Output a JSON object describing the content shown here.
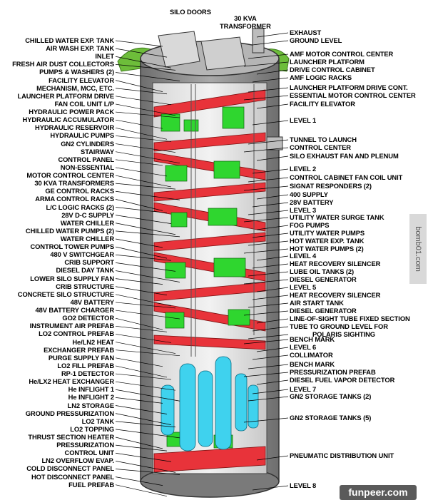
{
  "top_labels": [
    {
      "id": "silo-doors",
      "text": "SILO DOORS"
    },
    {
      "id": "30-kva-transformer",
      "text": "30 KVA\nTRANSFORMER"
    }
  ],
  "left_labels": [
    "CHILLED WATER EXP. TANK",
    "AIR WASH EXP. TANK",
    "INLET",
    "FRESH AIR DUST COLLECTORS",
    "PUMPS & WASHERS (2)",
    "FACILITY ELEVATOR",
    "MECHANISM, MCC, ETC.",
    "LAUNCHER PLATFORM DRIVE",
    "FAN COIL UNIT L/P",
    "HYDRAULIC POWER PACK",
    "HYDRAULIC ACCUMULATOR",
    "HYDRAULIC RESERVOIR",
    "HYDRAULIC PUMPS",
    "GN2 CYLINDERS",
    "STAIRWAY",
    "CONTROL PANEL",
    "NON-ESSENTIAL",
    "MOTOR CONTROL CENTER",
    "30 KVA TRANSFORMERS",
    "GE CONTROL RACKS",
    "ARMA CONTROL RACKS",
    "L/C LOGIC RACKS (2)",
    "28V D-C SUPPLY",
    "WATER CHILLER",
    "CHILLED WATER PUMPS (2)",
    "WATER CHILLER",
    "CONTROL TOWER PUMPS",
    "480 V SWITCHGEAR",
    "CRIB SUPPORT",
    "DIESEL DAY TANK",
    "LOWER SILO SUPPLY FAN",
    "CRIB STRUCTURE",
    "CONCRETE SILO STRUCTURE",
    "48V BATTERY",
    "48V BATTERY CHARGER",
    "GO2 DETECTOR",
    "INSTRUMENT AIR PREFAB",
    "LO2 CONTROL PREFAB",
    "He/LN2 HEAT",
    "EXCHANGER PREFAB",
    "PURGE SUPPLY FAN",
    "LO2 FILL PREFAB",
    "RP-1 DETECTOR",
    "He/LX2 HEAT EXCHANGER",
    "He INFLIGHT 1",
    "He INFLIGHT 2",
    "LN2 STORAGE",
    "GROUND PRESSURIZATION",
    "LO2 TANK",
    "LO2 TOPPING",
    "THRUST SECTION HEATER",
    "PRESSURIZATION",
    "CONTROL UNIT",
    "LN2 OVERFLOW EVAP.",
    "COLD DISCONNECT PANEL",
    "HOT DISCONNECT PANEL",
    "FUEL PREFAB"
  ],
  "right_labels": [
    "EXHAUST",
    "GROUND LEVEL",
    "AMF MOTOR CONTROL CENTER",
    "LAUNCHER PLATFORM",
    "DRIVE CONTROL CABINET",
    "AMF LOGIC RACKS",
    "LAUNCHER PLATFORM DRIVE CONT.",
    "ESSENTIAL MOTOR CONTROL CENTER",
    "FACILITY ELEVATOR",
    "LEVEL 1",
    "TUNNEL TO LAUNCH",
    "CONTROL CENTER",
    "SILO EXHAUST FAN AND PLENUM",
    "LEVEL 2",
    "CONTROL CABINET FAN COIL UNIT",
    "SIGNAT RESPONDERS (2)",
    "400 SUPPLY",
    "28V BATTERY",
    "LEVEL 3",
    "UTILITY WATER SURGE TANK",
    "FOG PUMPS",
    "UTILITY WATER PUMPS",
    "HOT WATER EXP. TANK",
    "HOT WATER PUMPS (2)",
    "LEVEL 4",
    "HEAT RECOVERY SILENCER",
    "LUBE OIL TANKS (2)",
    "DIESEL GENERATOR",
    "LEVEL 5",
    "HEAT RECOVERY SILENCER",
    "AIR START TANK",
    "DIESEL GENERATOR",
    "LINE-OF-SIGHT TUBE FIXED SECTION",
    "TUBE TO GROUND LEVEL FOR",
    "POLARIS SIGHTING",
    "BENCH MARK",
    "LEVEL 6",
    "COLLIMATOR",
    "BENCH MARK",
    "PRESSURIZATION PREFAB",
    "DIESEL FUEL VAPOR DETECTOR",
    "LEVEL 7",
    "GN2 STORAGE TANKS (2)",
    "GN2 STORAGE TANKS (5)",
    "PNEUMATIC DISTRIBUTION UNIT",
    "LEVEL 8"
  ],
  "watermarks": {
    "side": "bomb01.com",
    "bottom": "funpeer.com"
  },
  "colors": {
    "floor_red": "#e8333a",
    "equipment_green": "#2fd62f",
    "tank_cyan": "#3fd2ee",
    "silo_gray": "#8a8a8a",
    "grass": "#6dbd3a"
  }
}
